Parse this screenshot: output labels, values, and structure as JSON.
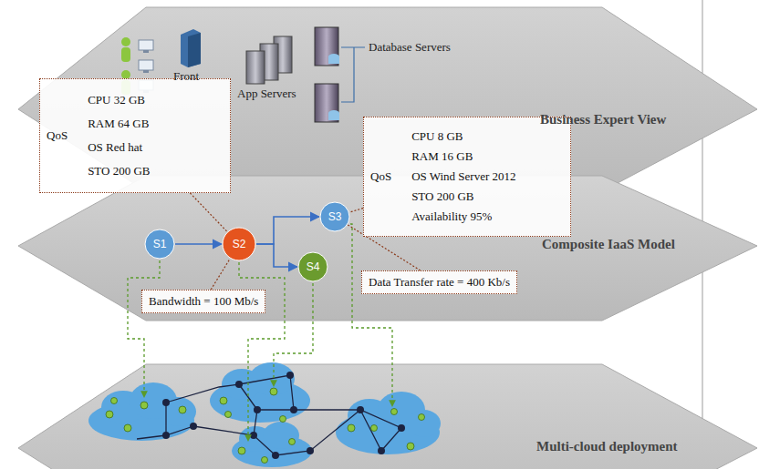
{
  "diagram": {
    "nodes": [
      {
        "text": [
          "QoS",
          "CPU 32 GB",
          "RAM 64 GB",
          "OS Red hat",
          "STO 200 GB"
        ]
      },
      {
        "text": [
          "QoS",
          "CPU 8 GB",
          "RAM 16 GB",
          "OS Wind Server 2012",
          "STO 200 GB",
          "Availability 95%"
        ]
      },
      {
        "text": [
          "S1"
        ]
      },
      {
        "text": [
          "S2"
        ]
      },
      {
        "text": [
          "S3"
        ]
      },
      {
        "text": [
          "S4"
        ]
      },
      {
        "text": [
          "Bandwidth = 100 Mb/s"
        ]
      },
      {
        "text": [
          "Data Transfer rate = 400 Kb/s"
        ]
      }
    ],
    "edges": [
      {
        "from": 2,
        "to": 3,
        "arrow": "to"
      },
      {
        "from": 3,
        "to": 4,
        "arrow": "to"
      },
      {
        "from": 3,
        "to": 5,
        "arrow": "to"
      },
      {
        "from": 0,
        "to": 3,
        "arrow": "none"
      },
      {
        "from": 1,
        "to": 4,
        "arrow": "none"
      },
      {
        "from": 6,
        "to": 3,
        "arrow": "none"
      },
      {
        "from": 7,
        "to": 4,
        "arrow": "none"
      }
    ],
    "labels": [
      "Front",
      "App Servers",
      "Database Servers",
      "Business Expert View",
      "Composite IaaS Model",
      "Multi-cloud deployment"
    ]
  }
}
